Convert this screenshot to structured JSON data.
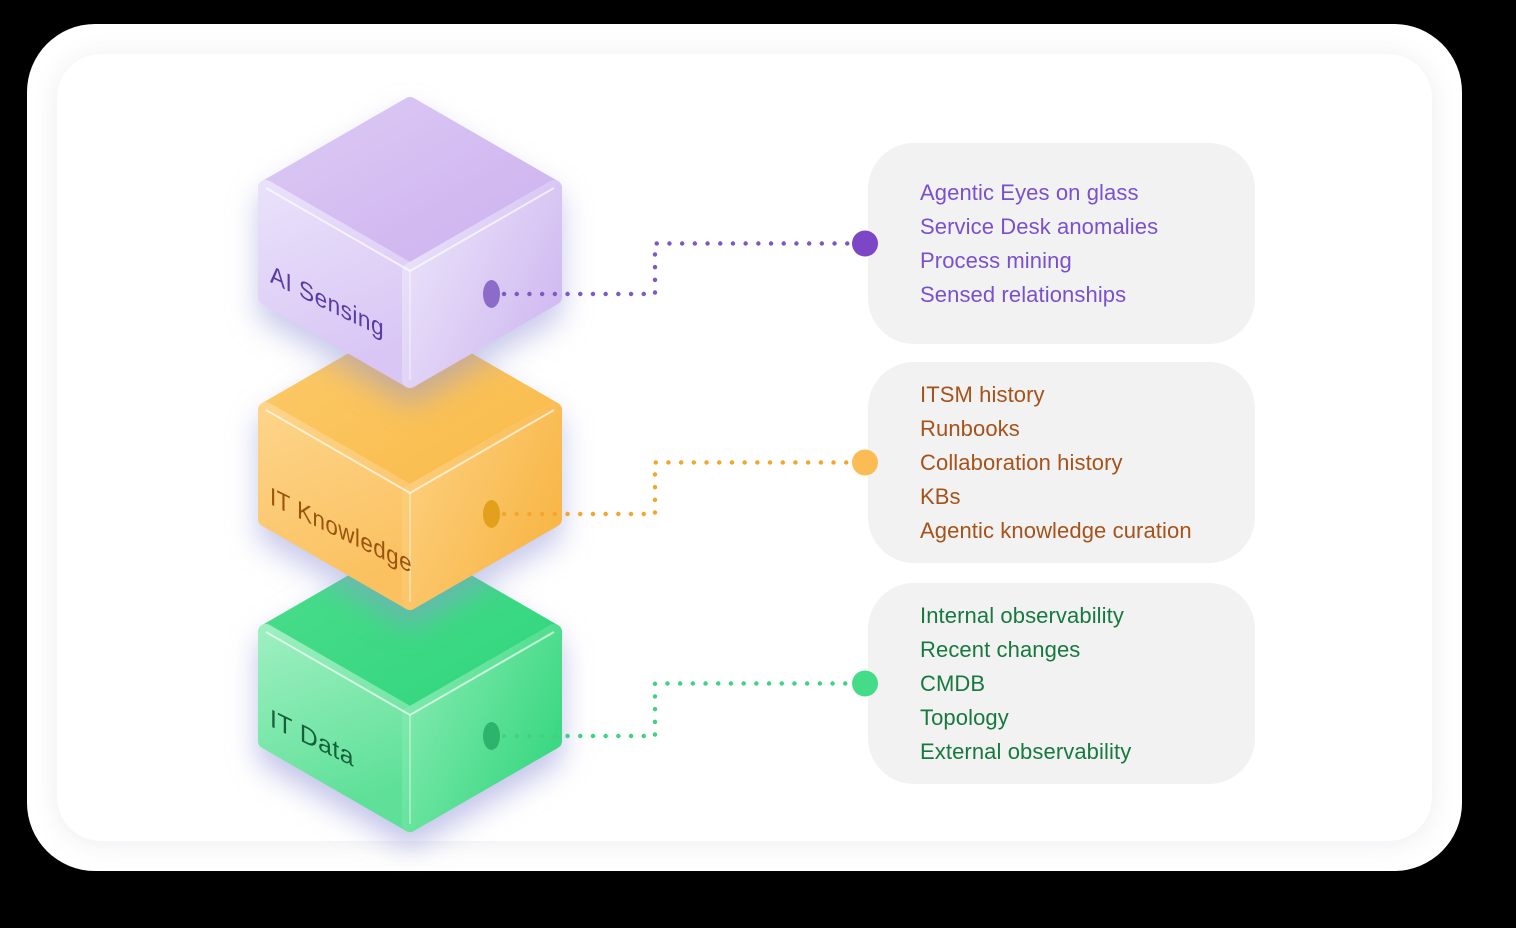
{
  "canvas": {
    "background": "#000000",
    "card": "#ffffff",
    "panel_bg": "#f2f2f2"
  },
  "layers": [
    {
      "id": "ai-sensing",
      "cube_label": "AI Sensing",
      "items": [
        "Agentic Eyes on glass",
        "Service Desk anomalies",
        "Process mining",
        "Sensed relationships"
      ],
      "colors": {
        "panel_text": "#7a50cf",
        "cube_label": "#5b3aa4",
        "cube_top": "#d2b9f1",
        "cube_left": "#e0d2f7",
        "cube_right": "#dbcaf5",
        "dotted_line": "#7e59c4",
        "node": "#7d46c7",
        "face_dot": "#8d6cc9"
      }
    },
    {
      "id": "it-knowledge",
      "cube_label": "IT Knowledge",
      "items": [
        "ITSM history",
        "Runbooks",
        "Collaboration history",
        "KBs",
        "Agentic knowledge curation"
      ],
      "colors": {
        "panel_text": "#a5521b",
        "cube_label": "#9a540e",
        "cube_top": "#fabf55",
        "cube_left": "#fcca70",
        "cube_right": "#fbc463",
        "dotted_line": "#f3a62e",
        "node": "#fbbd53",
        "face_dot": "#e3a01d"
      }
    },
    {
      "id": "it-data",
      "cube_label": "IT Data",
      "items": [
        "Internal observability",
        "Recent changes",
        "CMDB",
        "Topology",
        "External observability"
      ],
      "colors": {
        "panel_text": "#17793f",
        "cube_label": "#14603a",
        "cube_top": "#3cd883",
        "cube_left": "#7fe7aa",
        "cube_right": "#5ce096",
        "dotted_line": "#3fd282",
        "node": "#44dc89",
        "face_dot": "#2db46c"
      }
    }
  ]
}
